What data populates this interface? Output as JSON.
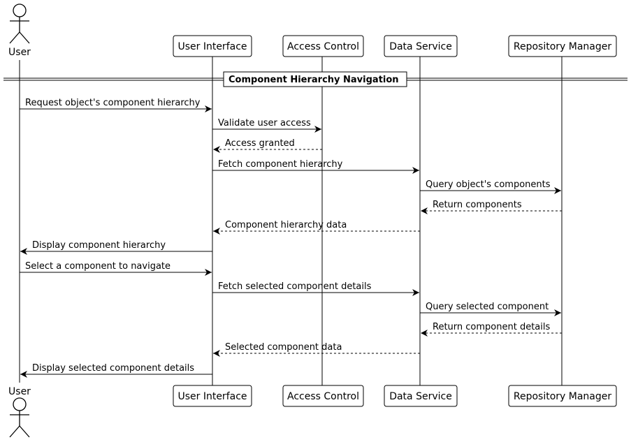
{
  "diagram": {
    "type": "sequence",
    "section_title": "Component Hierarchy Navigation",
    "participants": [
      {
        "id": "user",
        "label": "User",
        "kind": "actor"
      },
      {
        "id": "ui",
        "label": "User Interface",
        "kind": "participant"
      },
      {
        "id": "ac",
        "label": "Access Control",
        "kind": "participant"
      },
      {
        "id": "ds",
        "label": "Data Service",
        "kind": "participant"
      },
      {
        "id": "rm",
        "label": "Repository Manager",
        "kind": "participant"
      }
    ],
    "messages": [
      {
        "from": "user",
        "to": "ui",
        "label": "Request object's component hierarchy",
        "style": "solid"
      },
      {
        "from": "ui",
        "to": "ac",
        "label": "Validate user access",
        "style": "solid"
      },
      {
        "from": "ac",
        "to": "ui",
        "label": "Access granted",
        "style": "dashed"
      },
      {
        "from": "ui",
        "to": "ds",
        "label": "Fetch component hierarchy",
        "style": "solid"
      },
      {
        "from": "ds",
        "to": "rm",
        "label": "Query object's components",
        "style": "solid"
      },
      {
        "from": "rm",
        "to": "ds",
        "label": "Return components",
        "style": "dashed"
      },
      {
        "from": "ds",
        "to": "ui",
        "label": "Component hierarchy data",
        "style": "dashed"
      },
      {
        "from": "ui",
        "to": "user",
        "label": "Display component hierarchy",
        "style": "solid"
      },
      {
        "from": "user",
        "to": "ui",
        "label": "Select a component to navigate",
        "style": "solid"
      },
      {
        "from": "ui",
        "to": "ds",
        "label": "Fetch selected component details",
        "style": "solid"
      },
      {
        "from": "ds",
        "to": "rm",
        "label": "Query selected component",
        "style": "solid"
      },
      {
        "from": "rm",
        "to": "ds",
        "label": "Return component details",
        "style": "dashed"
      },
      {
        "from": "ds",
        "to": "ui",
        "label": "Selected component data",
        "style": "dashed"
      },
      {
        "from": "ui",
        "to": "user",
        "label": "Display selected component details",
        "style": "solid"
      }
    ]
  }
}
